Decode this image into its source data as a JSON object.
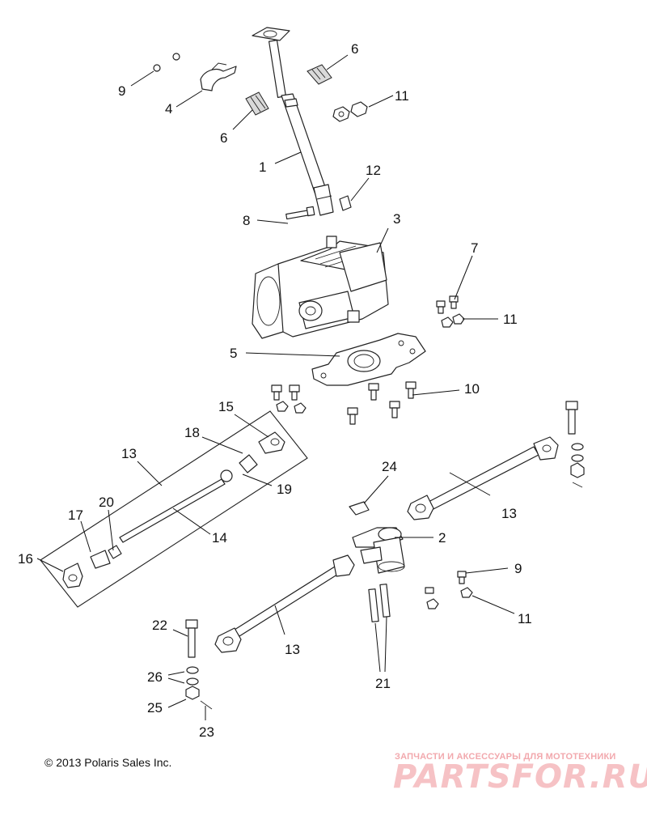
{
  "diagram": {
    "callouts": [
      {
        "id": "c1",
        "label": "1"
      },
      {
        "id": "c2",
        "label": "2"
      },
      {
        "id": "c3",
        "label": "3"
      },
      {
        "id": "c4",
        "label": "4"
      },
      {
        "id": "c5",
        "label": "5"
      },
      {
        "id": "c6a",
        "label": "6"
      },
      {
        "id": "c6b",
        "label": "6"
      },
      {
        "id": "c7",
        "label": "7"
      },
      {
        "id": "c8",
        "label": "8"
      },
      {
        "id": "c9a",
        "label": "9"
      },
      {
        "id": "c9b",
        "label": "9"
      },
      {
        "id": "c10",
        "label": "10"
      },
      {
        "id": "c11a",
        "label": "11"
      },
      {
        "id": "c11b",
        "label": "11"
      },
      {
        "id": "c11c",
        "label": "11"
      },
      {
        "id": "c12",
        "label": "12"
      },
      {
        "id": "c13a",
        "label": "13"
      },
      {
        "id": "c13b",
        "label": "13"
      },
      {
        "id": "c13c",
        "label": "13"
      },
      {
        "id": "c14",
        "label": "14"
      },
      {
        "id": "c15",
        "label": "15"
      },
      {
        "id": "c16",
        "label": "16"
      },
      {
        "id": "c17",
        "label": "17"
      },
      {
        "id": "c18",
        "label": "18"
      },
      {
        "id": "c19",
        "label": "19"
      },
      {
        "id": "c20",
        "label": "20"
      },
      {
        "id": "c21",
        "label": "21"
      },
      {
        "id": "c22",
        "label": "22"
      },
      {
        "id": "c23",
        "label": "23"
      },
      {
        "id": "c24",
        "label": "24"
      },
      {
        "id": "c25",
        "label": "25"
      },
      {
        "id": "c26",
        "label": "26"
      }
    ]
  },
  "footer": {
    "copyright": "© 2013 Polaris Sales Inc."
  },
  "watermark": {
    "tagline": "ЗАПЧАСТИ И АКСЕССУАРЫ ДЛЯ МОТОТЕХНИКИ",
    "brand": "PARTSFOR.RU",
    "color": "#f6c2c5"
  }
}
